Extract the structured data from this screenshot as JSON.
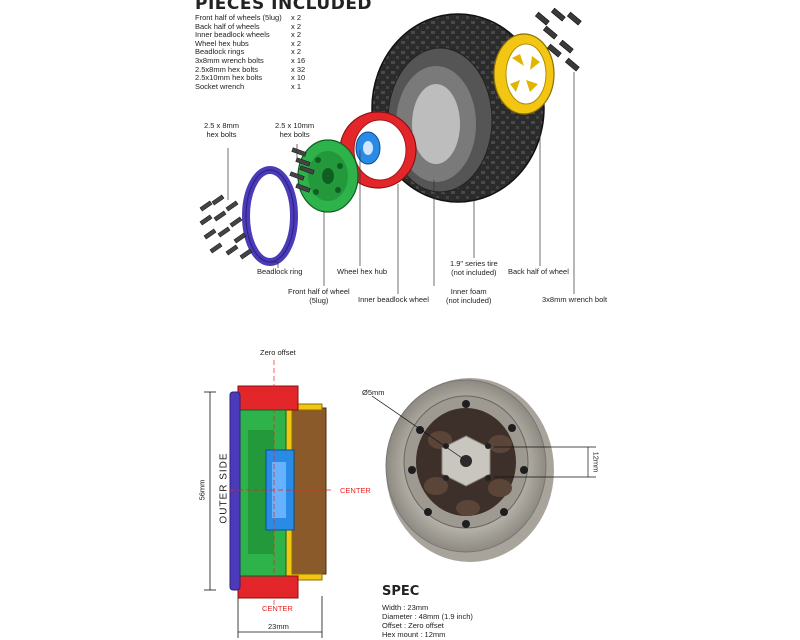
{
  "pieces": {
    "title": "PIECES INCLUDED",
    "items": [
      {
        "name": "Front half of wheels (5lug)",
        "qty": "x 2"
      },
      {
        "name": "Back half of wheels",
        "qty": "x 2"
      },
      {
        "name": "Inner beadlock wheels",
        "qty": "x 2"
      },
      {
        "name": "Wheel hex hubs",
        "qty": "x 2"
      },
      {
        "name": "Beadlock rings",
        "qty": "x 2"
      },
      {
        "name": "3x8mm wrench bolts",
        "qty": "x 16"
      },
      {
        "name": "2.5x8mm hex bolts",
        "qty": "x 32"
      },
      {
        "name": "2.5x10mm hex bolts",
        "qty": "x 10"
      },
      {
        "name": "Socket wrench",
        "qty": "x 1"
      }
    ]
  },
  "callouts": {
    "bolts_25x8": [
      "2.5 x 8mm",
      "hex bolts"
    ],
    "bolts_25x10": [
      "2.5 x 10mm",
      "hex bolts"
    ],
    "beadlock_ring": "Beadlock ring",
    "wheel_hex_hub": "Wheel hex hub",
    "front_half": [
      "Front half of wheel",
      "(5lug)"
    ],
    "inner_beadlock": "Inner beadlock wheel",
    "tire": [
      "1.9\" series tire",
      "(not included)"
    ],
    "inner_foam": [
      "Inner foam",
      "(not included)"
    ],
    "back_half": "Back half of wheel",
    "wrench_bolt": "3x8mm wrench bolt"
  },
  "section": {
    "zero_offset": "Zero offset",
    "center_right": "CENTER",
    "center_bottom": "CENTER",
    "outer_side": "OUTER SIDE",
    "height": "56mm",
    "width": "23mm",
    "hole": "Ø5mm",
    "hex": "12mm"
  },
  "spec": {
    "title": "SPEC",
    "lines": [
      "Width : 23mm",
      "Diameter : 48mm (1.9 inch)",
      "Offset : Zero offset",
      "Hex mount : 12mm"
    ]
  },
  "colors": {
    "tire": "#2b2b2b",
    "red": "#e2262a",
    "green": "#2db34a",
    "blue": "#2a8be6",
    "purple": "#4b3bb8",
    "yellow": "#f3c614",
    "bronze": "#8a5a2a",
    "silver": "#bdbab2"
  }
}
